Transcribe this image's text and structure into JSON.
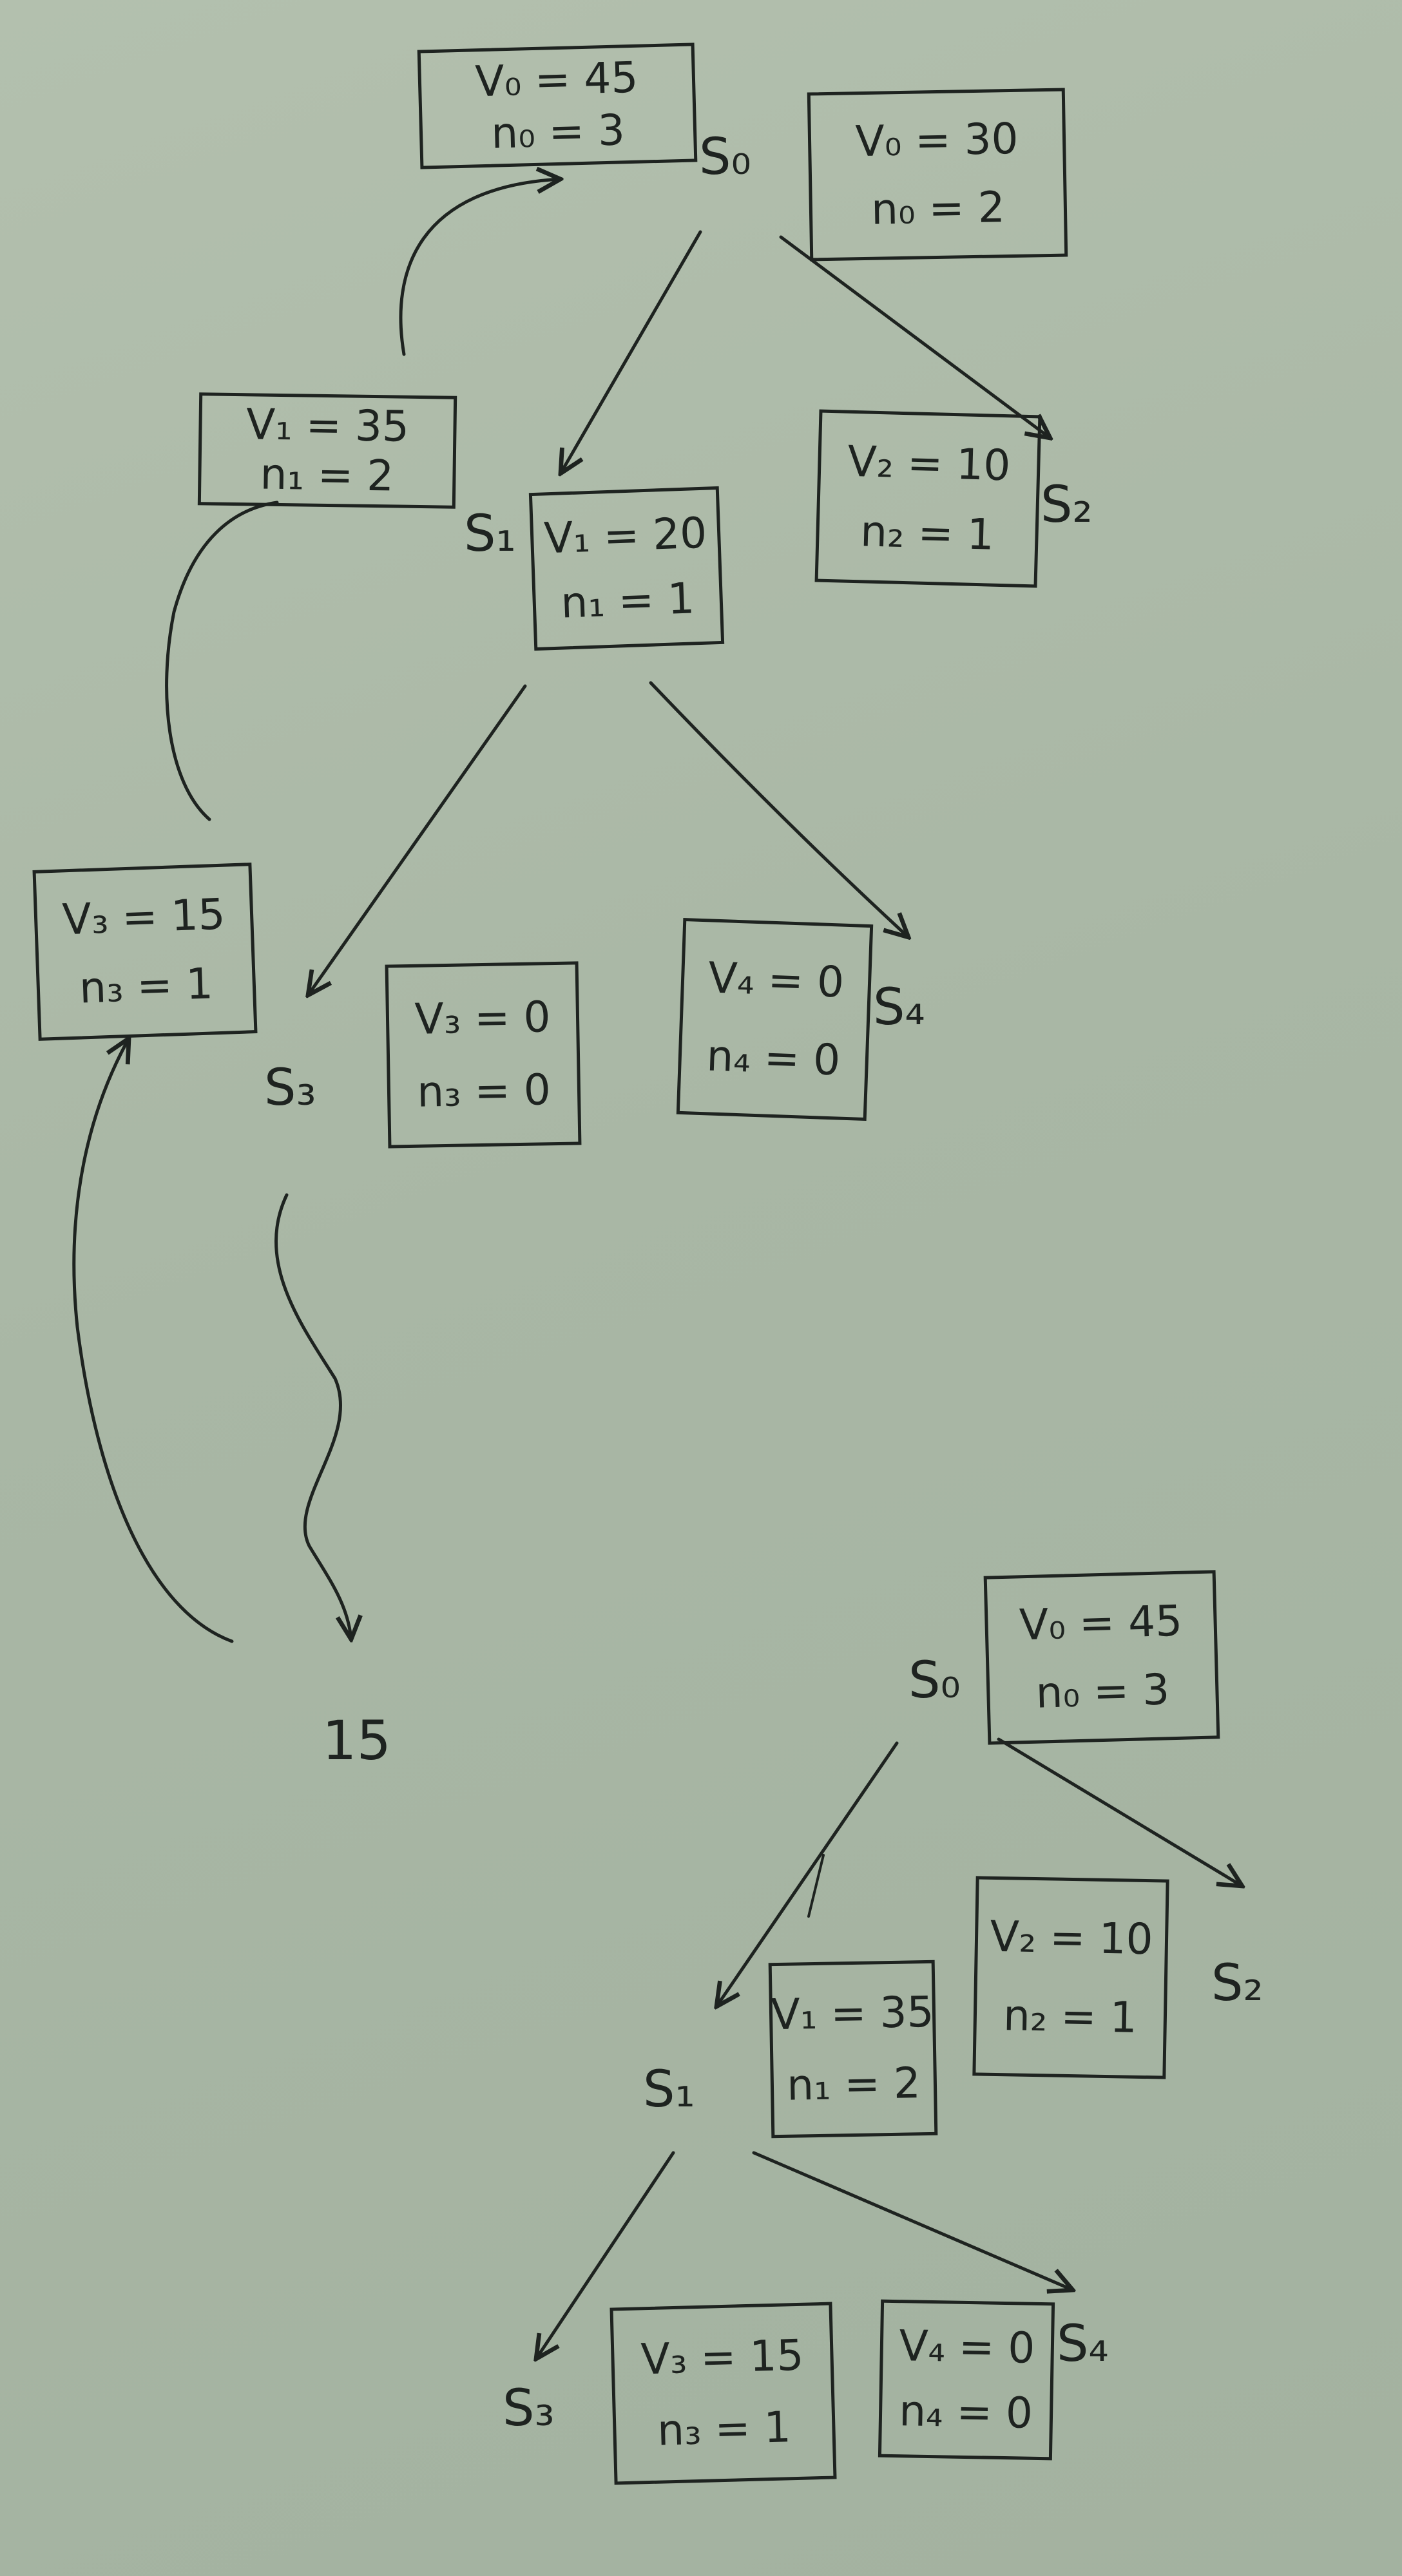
{
  "diagram": {
    "top_tree": {
      "boxes": {
        "s0_current": {
          "v": "V₀ = 45",
          "n": "n₀ = 3"
        },
        "s0_previous": {
          "v": "V₀ = 30",
          "n": "n₀ = 2"
        },
        "s1_current": {
          "v": "V₁ = 35",
          "n": "n₁ = 2"
        },
        "s1_previous": {
          "v": "V₁ = 20",
          "n": "n₁ = 1"
        },
        "s2": {
          "v": "V₂ = 10",
          "n": "n₂ = 1"
        },
        "s3_current": {
          "v": "V₃ = 15",
          "n": "n₃ = 1"
        },
        "s3_previous": {
          "v": "V₃ = 0",
          "n": "n₃ = 0"
        },
        "s4": {
          "v": "V₄ = 0",
          "n": "n₄ = 0"
        }
      },
      "state_labels": {
        "s0": "S₀",
        "s1": "S₁",
        "s2": "S₂",
        "s3": "S₃",
        "s4": "S₄"
      },
      "rollout_result": "15"
    },
    "bottom_tree": {
      "boxes": {
        "s0": {
          "v": "V₀ = 45",
          "n": "n₀ = 3"
        },
        "s1": {
          "v": "V₁ = 35",
          "n": "n₁ = 2"
        },
        "s2": {
          "v": "V₂ = 10",
          "n": "n₂ = 1"
        },
        "s3": {
          "v": "V₃ = 15",
          "n": "n₃ = 1"
        },
        "s4": {
          "v": "V₄ = 0",
          "n": "n₄ = 0"
        }
      },
      "state_labels": {
        "s0": "S₀",
        "s1": "S₁",
        "s2": "S₂",
        "s3": "S₃",
        "s4": "S₄"
      }
    }
  }
}
